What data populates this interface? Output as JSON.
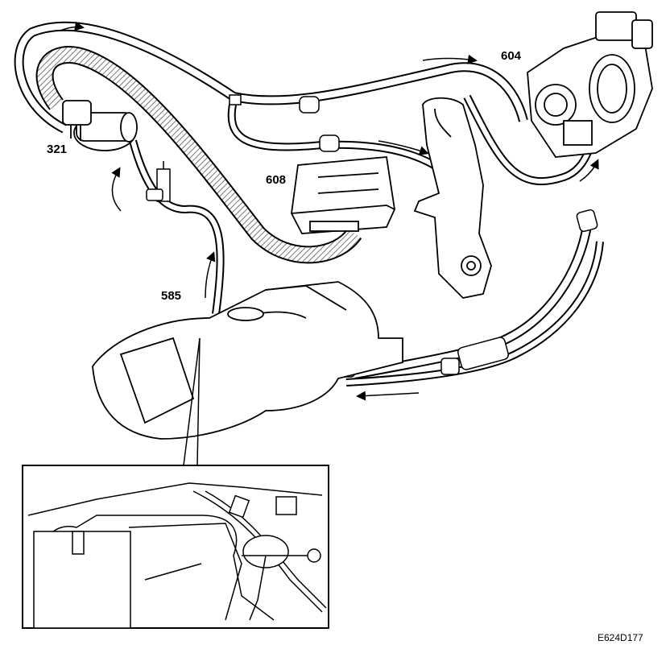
{
  "callouts": {
    "canister": "321",
    "throttle_body": "604",
    "control_module": "608",
    "fuel_tank": "585"
  },
  "figure_id": "E624D177",
  "colors": {
    "line": "#000000",
    "background": "#ffffff",
    "hatch": "#777777"
  }
}
